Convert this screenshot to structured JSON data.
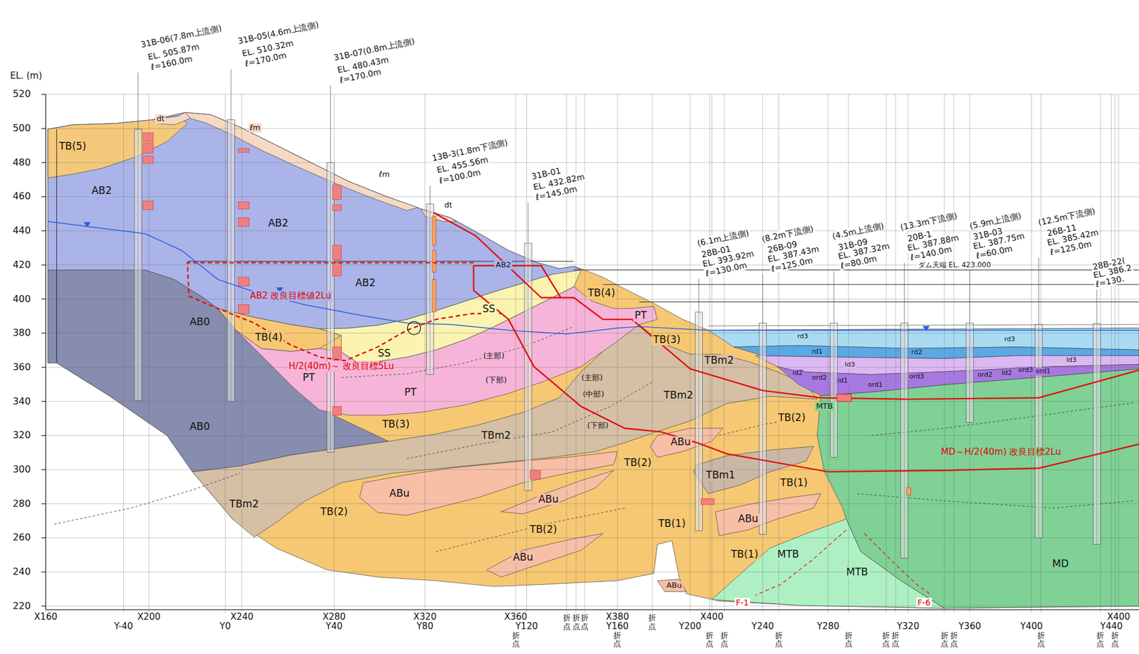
{
  "diagram": {
    "labels": [
      "31B-06(7.8m上流側)",
      "EL. 505.87m",
      "ℓ=160.0m",
      "31B-05(4.6m上流側)",
      "EL. 510.32m",
      "ℓ=170.0m",
      "31B-07(0.8m上流側)",
      "EL. 480.43m",
      "ℓ=170.0m",
      "13B-3(1.8m下流側)",
      "EL. 455.56m",
      "ℓ=100.0m",
      "31B-01",
      "EL. 432.82m",
      "ℓ=145.0m",
      "(6.1m上流側)",
      "28B-01",
      "EL. 393.92m",
      "ℓ=130.0m",
      "(8.2m下流側)",
      "26B-09",
      "EL. 387.43m",
      "ℓ=125.0m",
      "(4.5m上流側)",
      "31B-09",
      "EL. 387.32m",
      "ℓ=80.0m",
      "(13.3m下流側)",
      "20B-1",
      "EL. 387.88m",
      "ℓ=140.0m",
      "(5.9m上流側)",
      "31B-03",
      "EL. 387.75m",
      "ℓ=60.0m",
      "(12.5m下流側)",
      "26B-11",
      "EL. 385.42m",
      "ℓ=125.0m",
      "28B-22(",
      "EL. 386.2",
      "ℓ=130.",
      "ダム天端 EL. 423.000",
      "EL. (m)",
      "520",
      "500",
      "480",
      "460",
      "440",
      "420",
      "400",
      "380",
      "360",
      "340",
      "320",
      "300",
      "280",
      "260",
      "240",
      "220",
      "X160",
      "X200",
      "X240",
      "X280",
      "X320",
      "X360",
      "X380",
      "X400",
      "X400",
      "Y-40",
      "Y0",
      "Y40",
      "Y80",
      "Y120",
      "Y160",
      "Y200",
      "Y240",
      "Y280",
      "Y320",
      "Y360",
      "Y400",
      "Y440",
      "折点",
      "折点",
      "折点",
      "折点",
      "折点",
      "折点",
      "折点",
      "折点",
      "折点",
      "折点",
      "折点",
      "折点",
      "折点",
      "折点",
      "折点",
      "折点",
      "折点",
      "TB(5)",
      "AB2",
      "dt",
      "ℓm",
      "AB2",
      "ℓm",
      "dt",
      "AB2",
      "AB2",
      "AB0",
      "AB2 改良目標値2Lu",
      "TB(4)",
      "SS",
      "SS",
      "H/2(40m)～ 改良目標5Lu",
      "PT",
      "PT",
      "(主部)",
      "(下部)",
      "TB(3)",
      "TBm2",
      "TB(4)",
      "PT",
      "TB(3)",
      "TBm2",
      "TBm2",
      "(主部)",
      "(中部)",
      "(下部)",
      "AB0",
      "TBm2",
      "ABu",
      "TB(2)",
      "ABu",
      "TB(2)",
      "ABu",
      "TB(2)",
      "ABu",
      "TBm1",
      "TB(2)",
      "TB(1)",
      "TB(1)",
      "ABu",
      "TB(1)",
      "ABu",
      "MTB",
      "MTB",
      "MTB",
      "MD～H/2(40m) 改良目標2Lu",
      "MD",
      "F-1",
      "F-6",
      "rd3",
      "rd3",
      "rd1",
      "ld3",
      "rd2",
      "ld3",
      "ld2",
      "ord2",
      "ld1",
      "ord1",
      "ord3",
      "ord2",
      "ld2",
      "ord3",
      "ord1"
    ]
  }
}
